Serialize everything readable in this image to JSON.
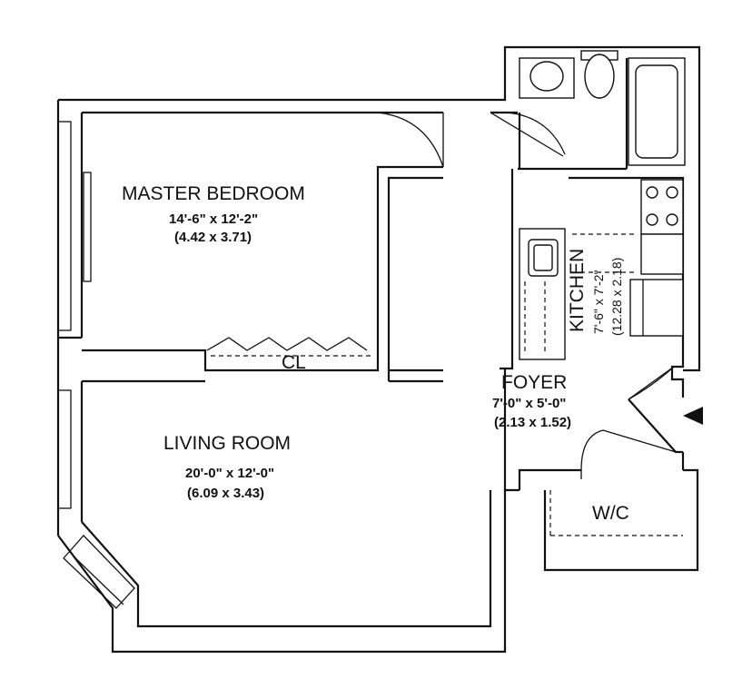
{
  "rooms": {
    "master_bedroom": {
      "name": "MASTER BEDROOM",
      "dim_imperial": "14'-6\" x 12'-2\"",
      "dim_metric": "(4.42 x 3.71)"
    },
    "living_room": {
      "name": "LIVING ROOM",
      "dim_imperial": "20'-0\" x 12'-0\"",
      "dim_metric": "(6.09 x 3.43)"
    },
    "kitchen": {
      "name": "KITCHEN",
      "dim_imperial": "7'-6\" x 7'-2\"",
      "dim_metric": "(12.28 x 2.18)"
    },
    "foyer": {
      "name": "FOYER",
      "dim_imperial": "7'-0\" x 5'-0\"",
      "dim_metric": "(2.13 x 1.52)"
    },
    "wc": {
      "name": "W/C"
    },
    "closet": {
      "name": "CL"
    }
  },
  "entry_marker": "entry-arrow"
}
